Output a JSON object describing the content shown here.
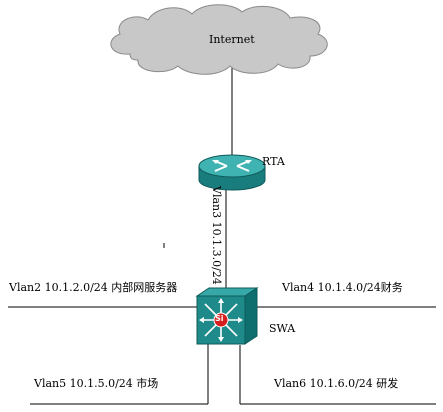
{
  "internet": {
    "label": "Internet"
  },
  "router": {
    "label": "RTA"
  },
  "switch": {
    "label": "SWA",
    "symbol": "Si"
  },
  "links": {
    "vlan3": "Vlan3 10.1.3.0/24",
    "vlan2": "Vlan2 10.1.2.0/24 内部网服务器",
    "vlan4": "Vlan4 10.1.4.0/24财务",
    "vlan5": "Vlan5 10.1.5.0/24 市场",
    "vlan6": "Vlan6 10.1.6.0/24  研发"
  },
  "colors": {
    "cloud_fill": "#c8c8c8",
    "router_fill": "#1f8a8a",
    "router_top": "#3fb2b2",
    "switch_fill": "#1f8a8a",
    "switch_top": "#2fa0a0",
    "line": "#000000"
  }
}
